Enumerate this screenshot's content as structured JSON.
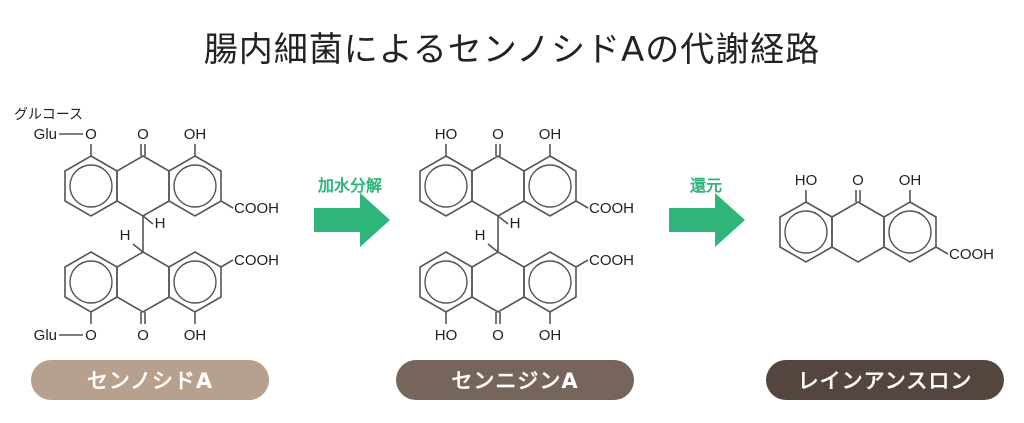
{
  "title": "腸内細菌によるセンノシドAの代謝経路",
  "glucose_label": "グルコース",
  "steps": [
    {
      "label": "加水分解"
    },
    {
      "label": "還元"
    }
  ],
  "compounds": [
    {
      "name": "センノシドA",
      "color": "#b8a08e"
    },
    {
      "name": "センニジンA",
      "color": "#76655a"
    },
    {
      "name": "レインアンスロン",
      "color": "#54463f"
    }
  ],
  "atoms": {
    "glu": "Glu",
    "o": "O",
    "oh": "OH",
    "ho": "HO",
    "cooh": "COOH",
    "h": "H"
  },
  "arrow_color": "#2fb47a"
}
